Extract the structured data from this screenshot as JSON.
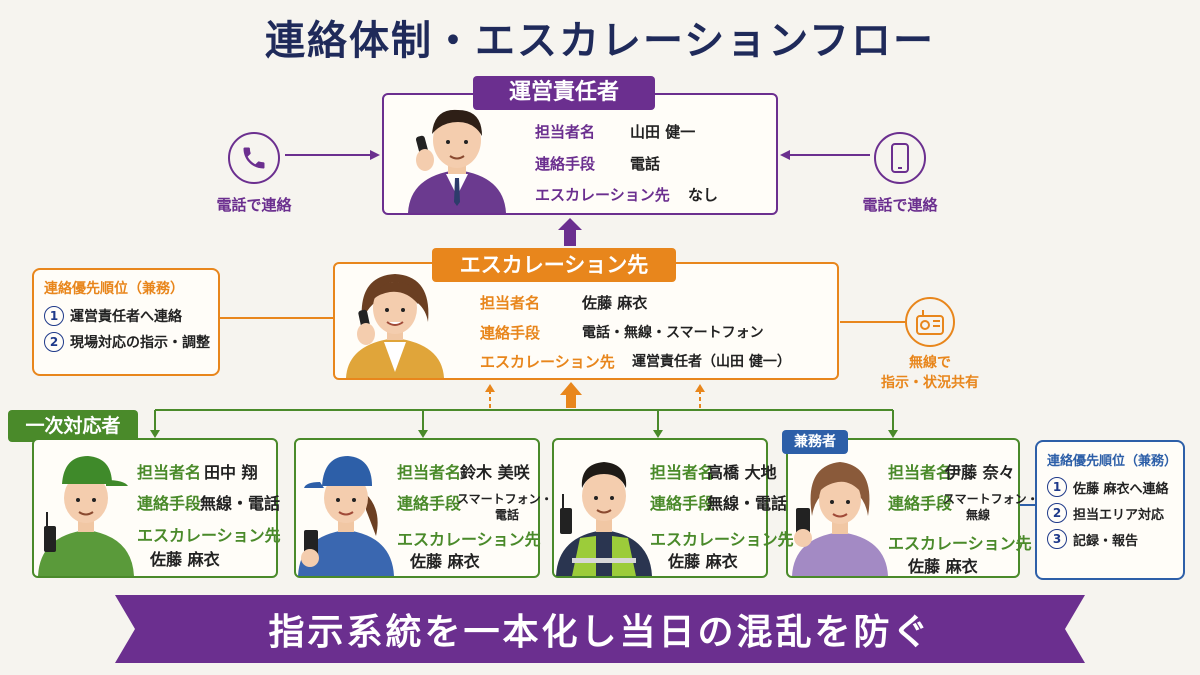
{
  "title": "連絡体制・エスカレーションフロー",
  "colors": {
    "purple": "#6b2f8f",
    "orange": "#e8861c",
    "green": "#4a8a2a",
    "blue": "#2d5fa8",
    "navy": "#1f2a5a"
  },
  "top": {
    "label": "運営責任者",
    "name_key": "担当者名",
    "name_val": "山田 健一",
    "contact_key": "連絡手段",
    "contact_val": "電話",
    "escalation_key": "エスカレーション先",
    "escalation_val": "なし",
    "left_caption": "電話で連絡",
    "right_caption": "電話で連絡",
    "left_icon": "phone-handset-icon",
    "right_icon": "smartphone-icon"
  },
  "mid": {
    "label": "エスカレーション先",
    "name_key": "担当者名",
    "name_val": "佐藤 麻衣",
    "contact_key": "連絡手段",
    "contact_val": "電話・無線・スマートフォン",
    "escalation_key": "エスカレーション先",
    "escalation_val": "運営責任者（山田 健一）",
    "priority_title": "連絡優先順位（兼務）",
    "priority_items": [
      {
        "num": "1",
        "text": "運営責任者へ連絡"
      },
      {
        "num": "2",
        "text": "現場対応の指示・調整"
      }
    ],
    "radio_caption_1": "無線で",
    "radio_caption_2": "指示・状況共有",
    "radio_icon": "radio-icon"
  },
  "first_responder_label": "一次対応者",
  "dual_role_label": "兼務者",
  "cards": [
    {
      "name_key": "担当者名",
      "name_val": "田中 翔",
      "contact_key": "連絡手段",
      "contact_val": "無線・電話",
      "contact_val2": "",
      "escalation_key": "エスカレーション先",
      "escalation_val": "佐藤 麻衣"
    },
    {
      "name_key": "担当者名",
      "name_val": "鈴木 美咲",
      "contact_key": "連絡手段",
      "contact_val": "スマートフォン・",
      "contact_val2": "電話",
      "escalation_key": "エスカレーション先",
      "escalation_val": "佐藤 麻衣"
    },
    {
      "name_key": "担当者名",
      "name_val": "高橋 大地",
      "contact_key": "連絡手段",
      "contact_val": "無線・電話",
      "contact_val2": "",
      "escalation_key": "エスカレーション先",
      "escalation_val": "佐藤 麻衣"
    },
    {
      "name_key": "担当者名",
      "name_val": "伊藤 奈々",
      "contact_key": "連絡手段",
      "contact_val": "スマートフォン・",
      "contact_val2": "無線",
      "escalation_key": "エスカレーション先",
      "escalation_val": "佐藤 麻衣"
    }
  ],
  "right_priority": {
    "title": "連絡優先順位（兼務）",
    "items": [
      {
        "num": "1",
        "text": "佐藤 麻衣へ連絡"
      },
      {
        "num": "2",
        "text": "担当エリア対応"
      },
      {
        "num": "3",
        "text": "記録・報告"
      }
    ]
  },
  "banner": "指示系統を一本化し当日の混乱を防ぐ"
}
